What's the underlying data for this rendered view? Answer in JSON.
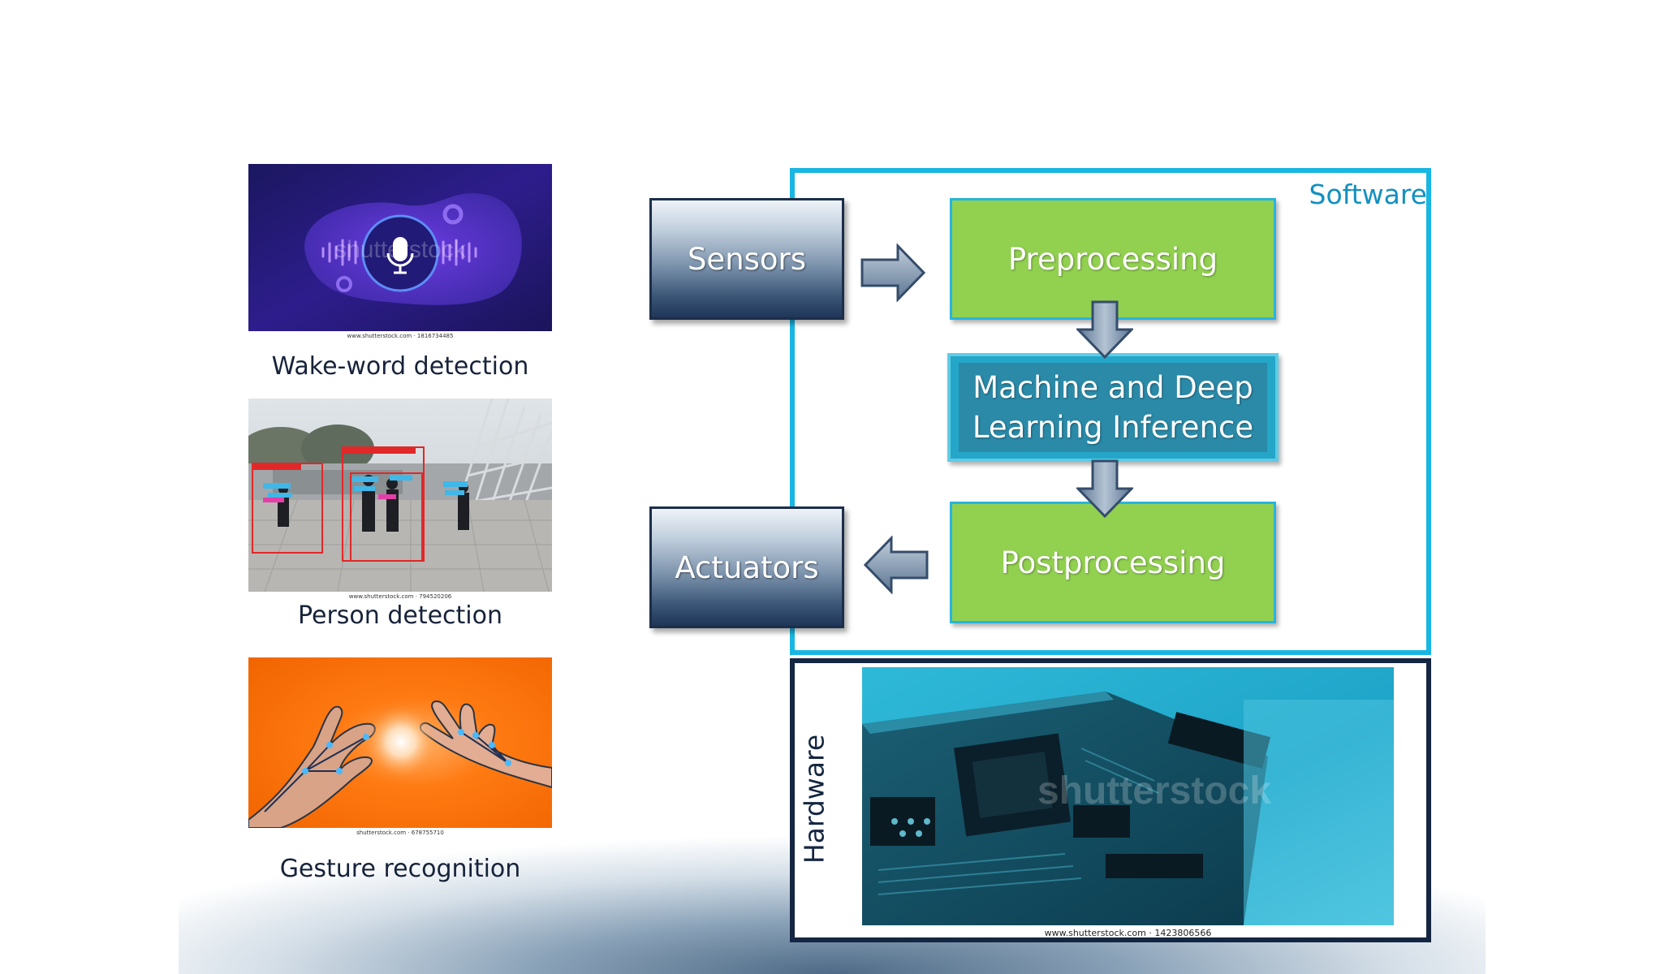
{
  "examples": [
    {
      "caption": "Wake-word detection",
      "credit": "www.shutterstock.com · 1816734485",
      "icon": "microphone-icon"
    },
    {
      "caption": "Person detection",
      "credit": "www.shutterstock.com · 794520206"
    },
    {
      "caption": "Gesture recognition",
      "credit": "shutterstock.com · 678755710"
    }
  ],
  "blocks": {
    "sensors": "Sensors",
    "actuators": "Actuators",
    "preprocessing": "Preprocessing",
    "inference_line1": "Machine and Deep",
    "inference_line2": "Learning Inference",
    "postprocessing": "Postprocessing"
  },
  "software_label": "Software",
  "hardware_label": "Hardware",
  "hardware_credit": "www.shutterstock.com · 1423806566",
  "watermark": "shutterstock",
  "colors": {
    "software_border": "#18b6e2",
    "hardware_border": "#142641",
    "green": "#92d050",
    "teal": "#2a8aa8",
    "navy": "#1f3658"
  }
}
